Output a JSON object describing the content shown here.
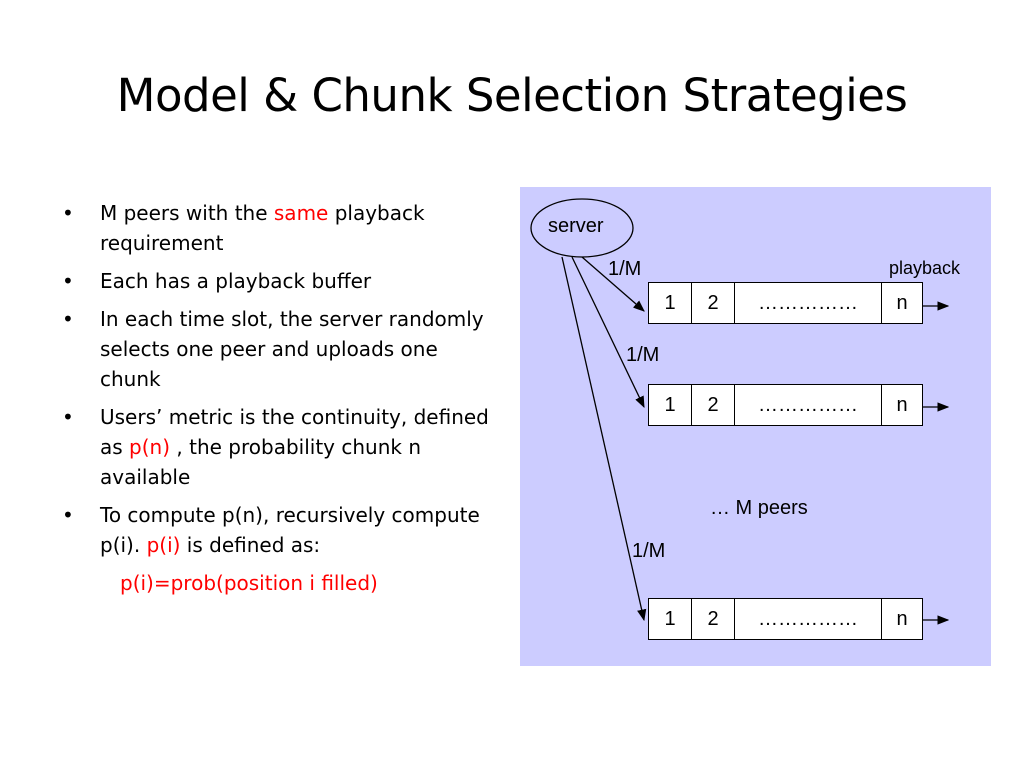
{
  "title": "Model & Chunk Selection Strategies",
  "bullets": [
    {
      "pre": "M peers with the ",
      "highlight": "same",
      "post": " playback requirement"
    },
    {
      "text": "Each has a playback buffer"
    },
    {
      "text": "In each time slot, the server randomly selects one peer and uploads one chunk"
    },
    {
      "pre": "Users’ metric is the continuity, defined as ",
      "highlight": "p(n)",
      "post": " , the probability chunk n available"
    },
    {
      "pre": "To compute p(n), recursively compute p(i). ",
      "highlight": "p(i)",
      "post": " is defined as:"
    }
  ],
  "formula": "p(i)=prob(position i filled)",
  "bullet_symbol": "•",
  "diagram": {
    "server_label": "server",
    "playback_label": "playback",
    "edge_labels": [
      "1/M",
      "1/M",
      "1/M"
    ],
    "peers_label": "… M peers",
    "buffers": [
      {
        "cells": [
          "1",
          "2",
          "……………",
          "n"
        ]
      },
      {
        "cells": [
          "1",
          "2",
          "……………",
          "n"
        ]
      },
      {
        "cells": [
          "1",
          "2",
          "……………",
          "n"
        ]
      }
    ]
  },
  "colors": {
    "highlight": "#ff0000",
    "diagram_bg": "#ccccff"
  }
}
